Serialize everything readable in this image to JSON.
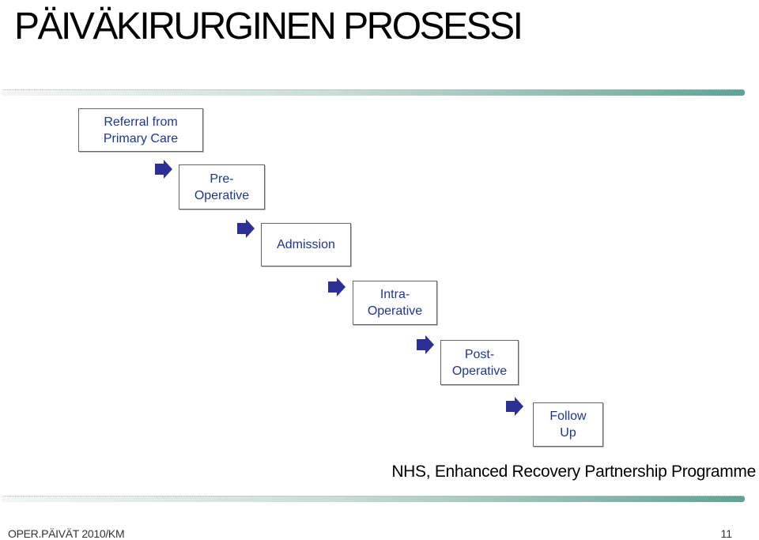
{
  "title": "PÄIVÄKIRURGINEN PROSESSI",
  "steps": [
    {
      "label": "Referral from\nPrimary Care"
    },
    {
      "label": "Pre-\nOperative"
    },
    {
      "label": "Admission"
    },
    {
      "label": "Intra-\nOperative"
    },
    {
      "label": "Post-\nOperative"
    },
    {
      "label": "Follow\nUp"
    }
  ],
  "caption": "NHS, Enhanced Recovery Partnership Programme",
  "footer": {
    "left": "OPER.PÄIVÄT 2010/KM",
    "page_number": "11"
  },
  "colors": {
    "box_text": "#1d3596",
    "arrow": "#2e2f96",
    "rule_accent": "#5da395"
  }
}
